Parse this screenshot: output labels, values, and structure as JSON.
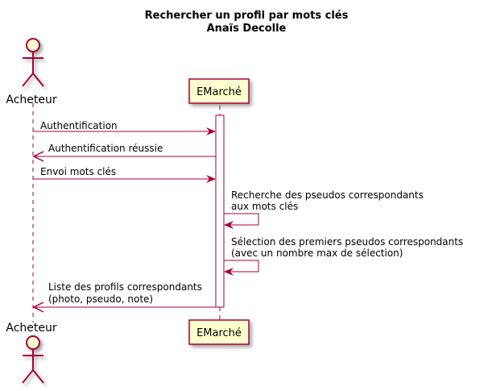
{
  "diagram": {
    "title_line1": "Rechercher un profil par mots clés",
    "title_line2": "Anaïs Decolle",
    "colors": {
      "arrow": "#A80036",
      "participant_fill": "#FEFECE",
      "participant_stroke": "#A80036",
      "lifeline": "#A80036",
      "activation_fill": "#FFFFFF"
    },
    "actor": {
      "name_top": "Acheteur",
      "name_bottom": "Acheteur",
      "icon": "stick-figure-icon"
    },
    "participant": {
      "name_top": "EMarché",
      "name_bottom": "EMarché"
    },
    "messages": [
      {
        "text": "Authentification",
        "direction": "to-participant"
      },
      {
        "text": "Authentification réussie",
        "direction": "to-actor"
      },
      {
        "text": "Envoi mots clés",
        "direction": "to-participant"
      },
      {
        "line1": "Recherche des pseudos correspondants",
        "line2": "aux mots clés",
        "direction": "self"
      },
      {
        "line1": "Sélection des premiers pseudos correspondants",
        "line2": "(avec un nombre max de sélection)",
        "direction": "self"
      },
      {
        "line1": "Liste des profils correspondants",
        "line2": "(photo, pseudo, note)",
        "direction": "to-actor"
      }
    ]
  }
}
